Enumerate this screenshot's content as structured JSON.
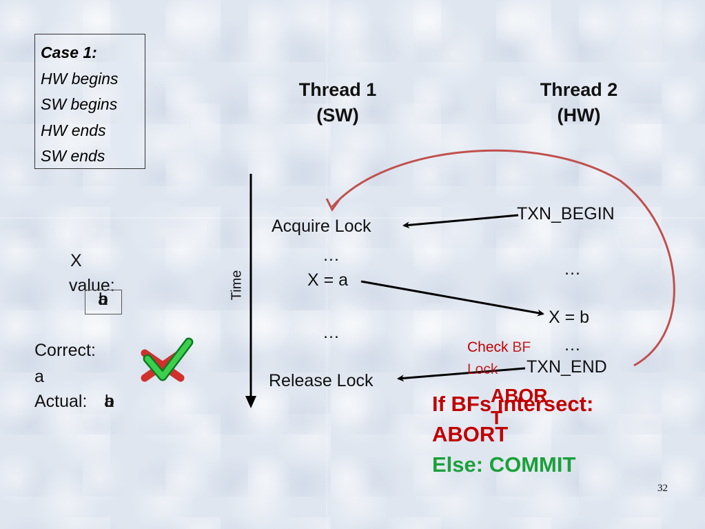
{
  "case": {
    "title": "Case 1:",
    "lines": [
      "HW begins",
      "SW begins",
      "HW ends",
      "SW ends"
    ]
  },
  "threads": {
    "t1": {
      "name": "Thread 1",
      "type": "(SW)"
    },
    "t2": {
      "name": "Thread 2",
      "type": "(HW)"
    }
  },
  "time_label": "Time",
  "thread1_steps": {
    "acquire": "Acquire Lock",
    "dots1": "…",
    "write": "X = a",
    "dots2": "…",
    "release": "Release Lock"
  },
  "thread2_steps": {
    "begin": "TXN_BEGIN",
    "dots1": "…",
    "write": "X = b",
    "dots2": "…",
    "end": "TXN_END",
    "check_red": "Check",
    "check_rest": "BF",
    "check_line2": "Lock"
  },
  "x_value": {
    "label_line1": "X",
    "label_line2": "value:",
    "values": [
      "a",
      "b"
    ]
  },
  "result": {
    "correct_label": "Correct:",
    "correct_value": "a",
    "actual_label": "Actual:",
    "actual_values": [
      "a",
      "b"
    ]
  },
  "decision": {
    "if_line": "If BFs intersect:",
    "abort": "ABORT",
    "else_line": "Else: COMMIT",
    "overlay_abort_1": "ABOR",
    "overlay_abort_2": "T"
  },
  "page_number": "32",
  "colors": {
    "red": "#c00000",
    "green": "#1aa13a",
    "curve": "#c0504d",
    "check_green": "#22b33a"
  }
}
